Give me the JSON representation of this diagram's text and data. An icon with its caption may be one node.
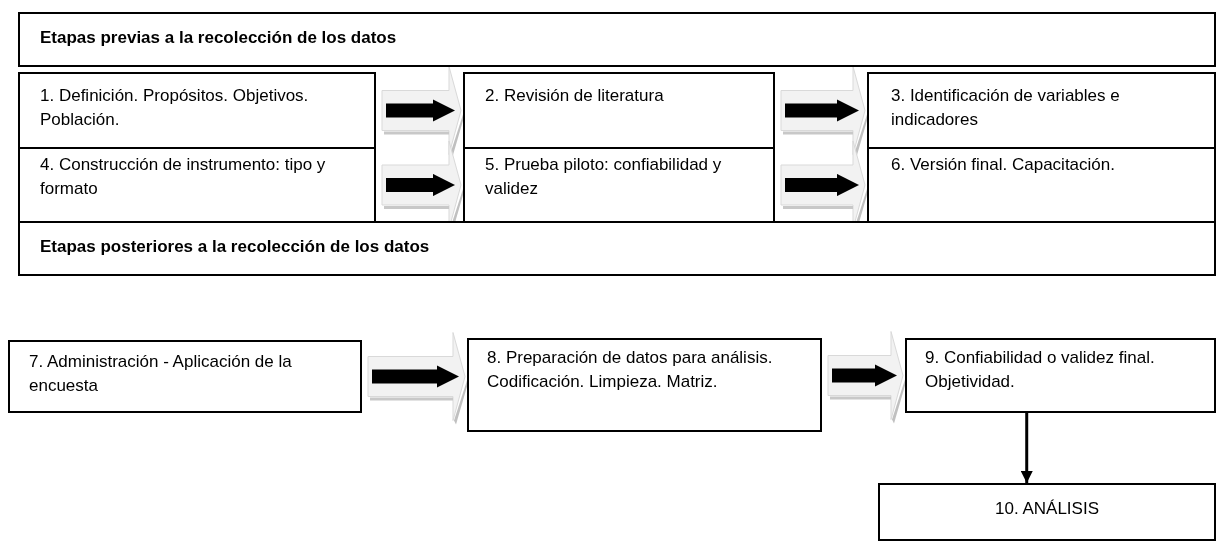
{
  "diagram": {
    "nodes": [
      {
        "text": [
          "Etapas previas a la recolección de los datos"
        ]
      },
      {
        "text": [
          "1. Definición. Propósitos. Objetivos. Población."
        ]
      },
      {
        "text": [
          "2. Revisión de literatura"
        ]
      },
      {
        "text": [
          "3. Identificación de variables e indicadores"
        ]
      },
      {
        "text": [
          "4. Construcción de instrumento: tipo y formato"
        ]
      },
      {
        "text": [
          "5. Prueba piloto: confiabilidad y validez"
        ]
      },
      {
        "text": [
          "6. Versión final. Capacitación."
        ]
      },
      {
        "text": [
          "Etapas posteriores a la recolección de los datos"
        ]
      },
      {
        "text": [
          "7. Administración - Aplicación de la encuesta"
        ]
      },
      {
        "text": [
          "8. Preparación de datos para análisis. Codificación. Limpieza. Matriz."
        ]
      },
      {
        "text": [
          "9. Confiabilidad o validez final. Objetividad."
        ]
      },
      {
        "text": [
          "10. ANÁLISIS"
        ]
      }
    ],
    "edges": [
      {
        "from": 1,
        "to": 2,
        "arrow": "to"
      },
      {
        "from": 2,
        "to": 3,
        "arrow": "to"
      },
      {
        "from": 4,
        "to": 5,
        "arrow": "to"
      },
      {
        "from": 5,
        "to": 6,
        "arrow": "to"
      },
      {
        "from": 8,
        "to": 9,
        "arrow": "to"
      },
      {
        "from": 9,
        "to": 10,
        "arrow": "to"
      },
      {
        "from": 10,
        "to": 11,
        "arrow": "to"
      }
    ]
  }
}
